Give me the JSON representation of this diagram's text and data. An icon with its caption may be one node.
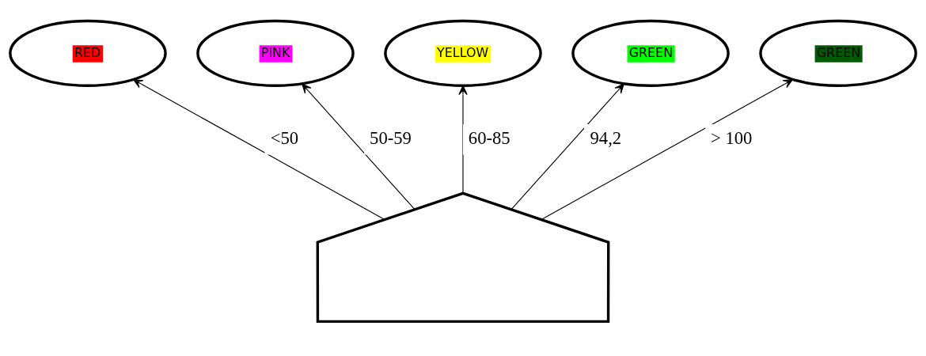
{
  "diagram": {
    "nodes": [
      {
        "text": [],
        "shape": "arch"
      },
      {
        "text": [
          "RED"
        ]
      },
      {
        "text": [
          "PINK"
        ]
      },
      {
        "text": [
          "YELLOW"
        ]
      },
      {
        "text": [
          "GREEN"
        ]
      },
      {
        "text": [
          "GREEN"
        ]
      }
    ],
    "edges": [
      {
        "from": 0,
        "to": 1,
        "arrow": "to",
        "label": "<50"
      },
      {
        "from": 0,
        "to": 2,
        "arrow": "to",
        "label": "50-59"
      },
      {
        "from": 0,
        "to": 3,
        "arrow": "to",
        "label": "60-85"
      },
      {
        "from": 0,
        "to": 4,
        "arrow": "to",
        "label": "94,2"
      },
      {
        "from": 0,
        "to": 5,
        "arrow": "to",
        "label": "> 100"
      }
    ]
  }
}
